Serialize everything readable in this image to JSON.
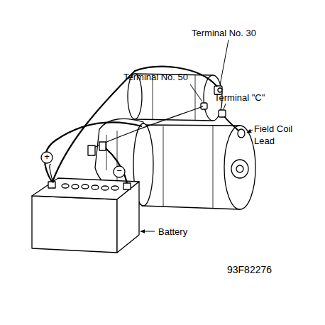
{
  "diagram": {
    "labels": [
      "Terminal No. 30",
      "Terminal No. 50",
      "Terminal \"C\"",
      "Field Coil Lead",
      "+",
      "−",
      "Battery",
      "93F82276"
    ]
  }
}
